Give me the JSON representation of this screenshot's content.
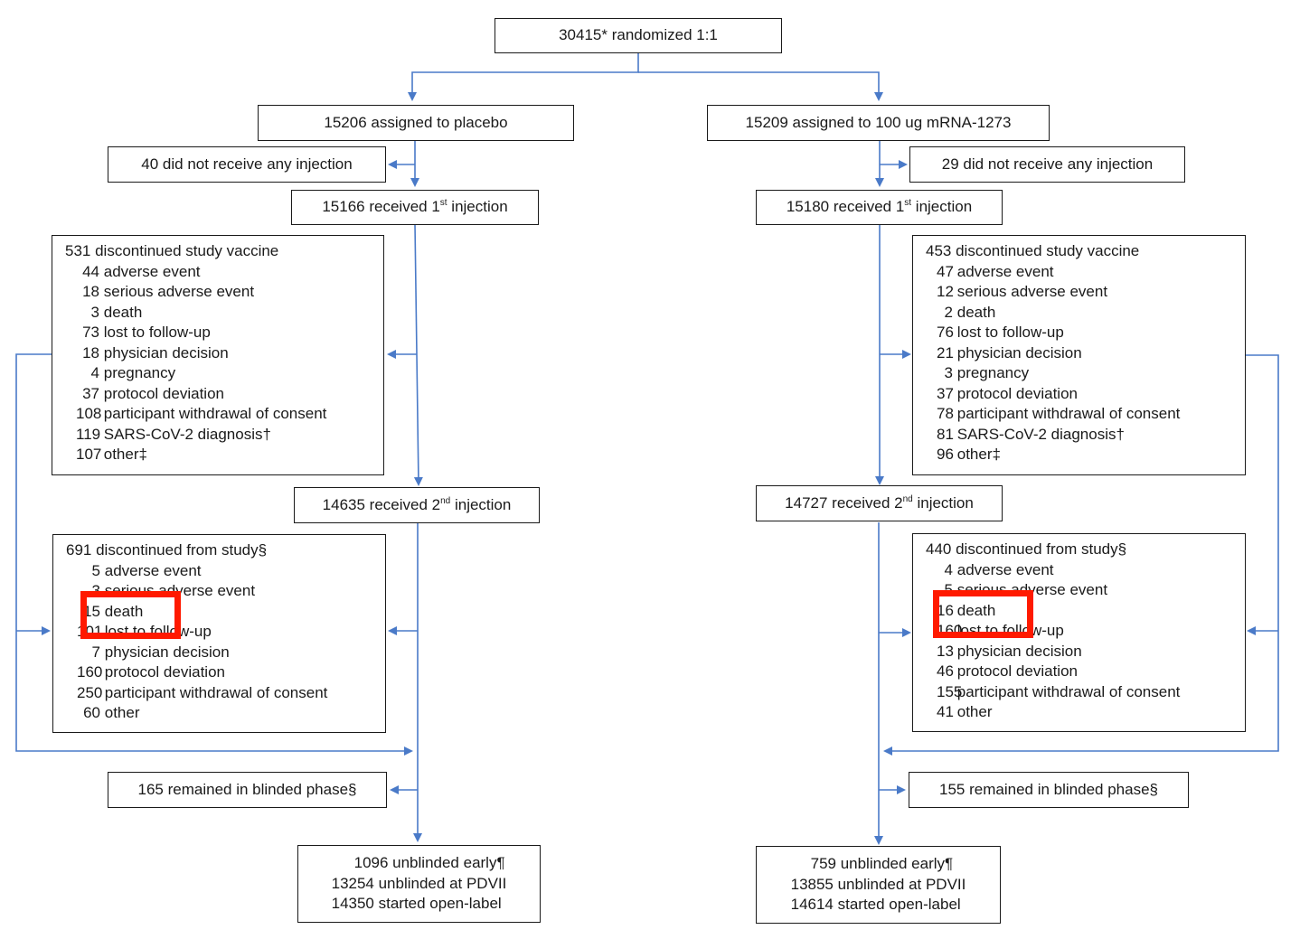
{
  "top": {
    "text": "30415* randomized 1:1"
  },
  "left": {
    "assigned": "15206 assigned to placebo",
    "no_injection": "40 did not receive any injection",
    "first_injection": {
      "count": "15166",
      "text_a": "received 1",
      "sup": "st",
      "text_b": " injection"
    },
    "discontinued_vaccine": {
      "title": "531 discontinued study vaccine",
      "items": [
        {
          "n": "44",
          "label": "adverse event"
        },
        {
          "n": "18",
          "label": "serious adverse event"
        },
        {
          "n": "3",
          "label": "death"
        },
        {
          "n": "73",
          "label": "lost to follow-up"
        },
        {
          "n": "18",
          "label": "physician decision"
        },
        {
          "n": "4",
          "label": "pregnancy"
        },
        {
          "n": "37",
          "label": "protocol deviation"
        },
        {
          "n": "108",
          "label": "participant  withdrawal of consent"
        },
        {
          "n": "119",
          "label": "SARS-CoV-2 diagnosis†"
        },
        {
          "n": "107",
          "label": "other‡"
        }
      ]
    },
    "second_injection": {
      "count": "14635",
      "text_a": "received 2",
      "sup": "nd",
      "text_b": " injection"
    },
    "discontinued_study": {
      "title": "691 discontinued from study§",
      "items": [
        {
          "n": "5",
          "label": "adverse event"
        },
        {
          "n": "3",
          "label": "serious adverse event"
        },
        {
          "n": "15",
          "label": "death"
        },
        {
          "n": "101",
          "label": "lost to follow-up"
        },
        {
          "n": "7",
          "label": "physician decision"
        },
        {
          "n": "160",
          "label": "protocol deviation"
        },
        {
          "n": "250",
          "label": "participant  withdrawal of consent"
        },
        {
          "n": "60",
          "label": "other"
        }
      ]
    },
    "blinded": "165 remained in blinded phase§",
    "final": [
      "1096 unblinded early¶",
      "13254 unblinded at PDVII",
      "14350 started open-label"
    ]
  },
  "right": {
    "assigned": "15209 assigned to 100 ug mRNA-1273",
    "no_injection": "29 did not receive any injection",
    "first_injection": {
      "count": "15180",
      "text_a": "received 1",
      "sup": "st",
      "text_b": " injection"
    },
    "discontinued_vaccine": {
      "title": "453 discontinued study vaccine",
      "items": [
        {
          "n": "47",
          "label": "adverse event"
        },
        {
          "n": "12",
          "label": "serious adverse event"
        },
        {
          "n": "2",
          "label": "death"
        },
        {
          "n": "76",
          "label": "lost to follow-up"
        },
        {
          "n": "21",
          "label": "physician decision"
        },
        {
          "n": "3",
          "label": "pregnancy"
        },
        {
          "n": "37",
          "label": "protocol deviation"
        },
        {
          "n": "78",
          "label": "participant  withdrawal of consent"
        },
        {
          "n": "81",
          "label": "SARS-CoV-2 diagnosis†"
        },
        {
          "n": "96",
          "label": "other‡"
        }
      ]
    },
    "second_injection": {
      "count": "14727",
      "text_a": "received 2",
      "sup": "nd",
      "text_b": " injection"
    },
    "discontinued_study": {
      "title": "440 discontinued from study§",
      "items": [
        {
          "n": "4",
          "label": "adverse event"
        },
        {
          "n": "5",
          "label": "serious adverse event"
        },
        {
          "n": "16",
          "label": "death"
        },
        {
          "n": "160",
          "label": "lost to follow-up"
        },
        {
          "n": "13",
          "label": "physician decision"
        },
        {
          "n": "46",
          "label": "protocol deviation"
        },
        {
          "n": "155",
          "label": "participant  withdrawal of consent"
        },
        {
          "n": "41",
          "label": "other"
        }
      ]
    },
    "blinded": "155 remained in blinded phase§",
    "final": [
      "759 unblinded  early¶",
      "13855 unblinded at PDVII",
      "14614 started open-label"
    ]
  },
  "colors": {
    "connector": "#4a7ac8",
    "highlight": "#ff1a00",
    "border": "#1a1a1a"
  }
}
